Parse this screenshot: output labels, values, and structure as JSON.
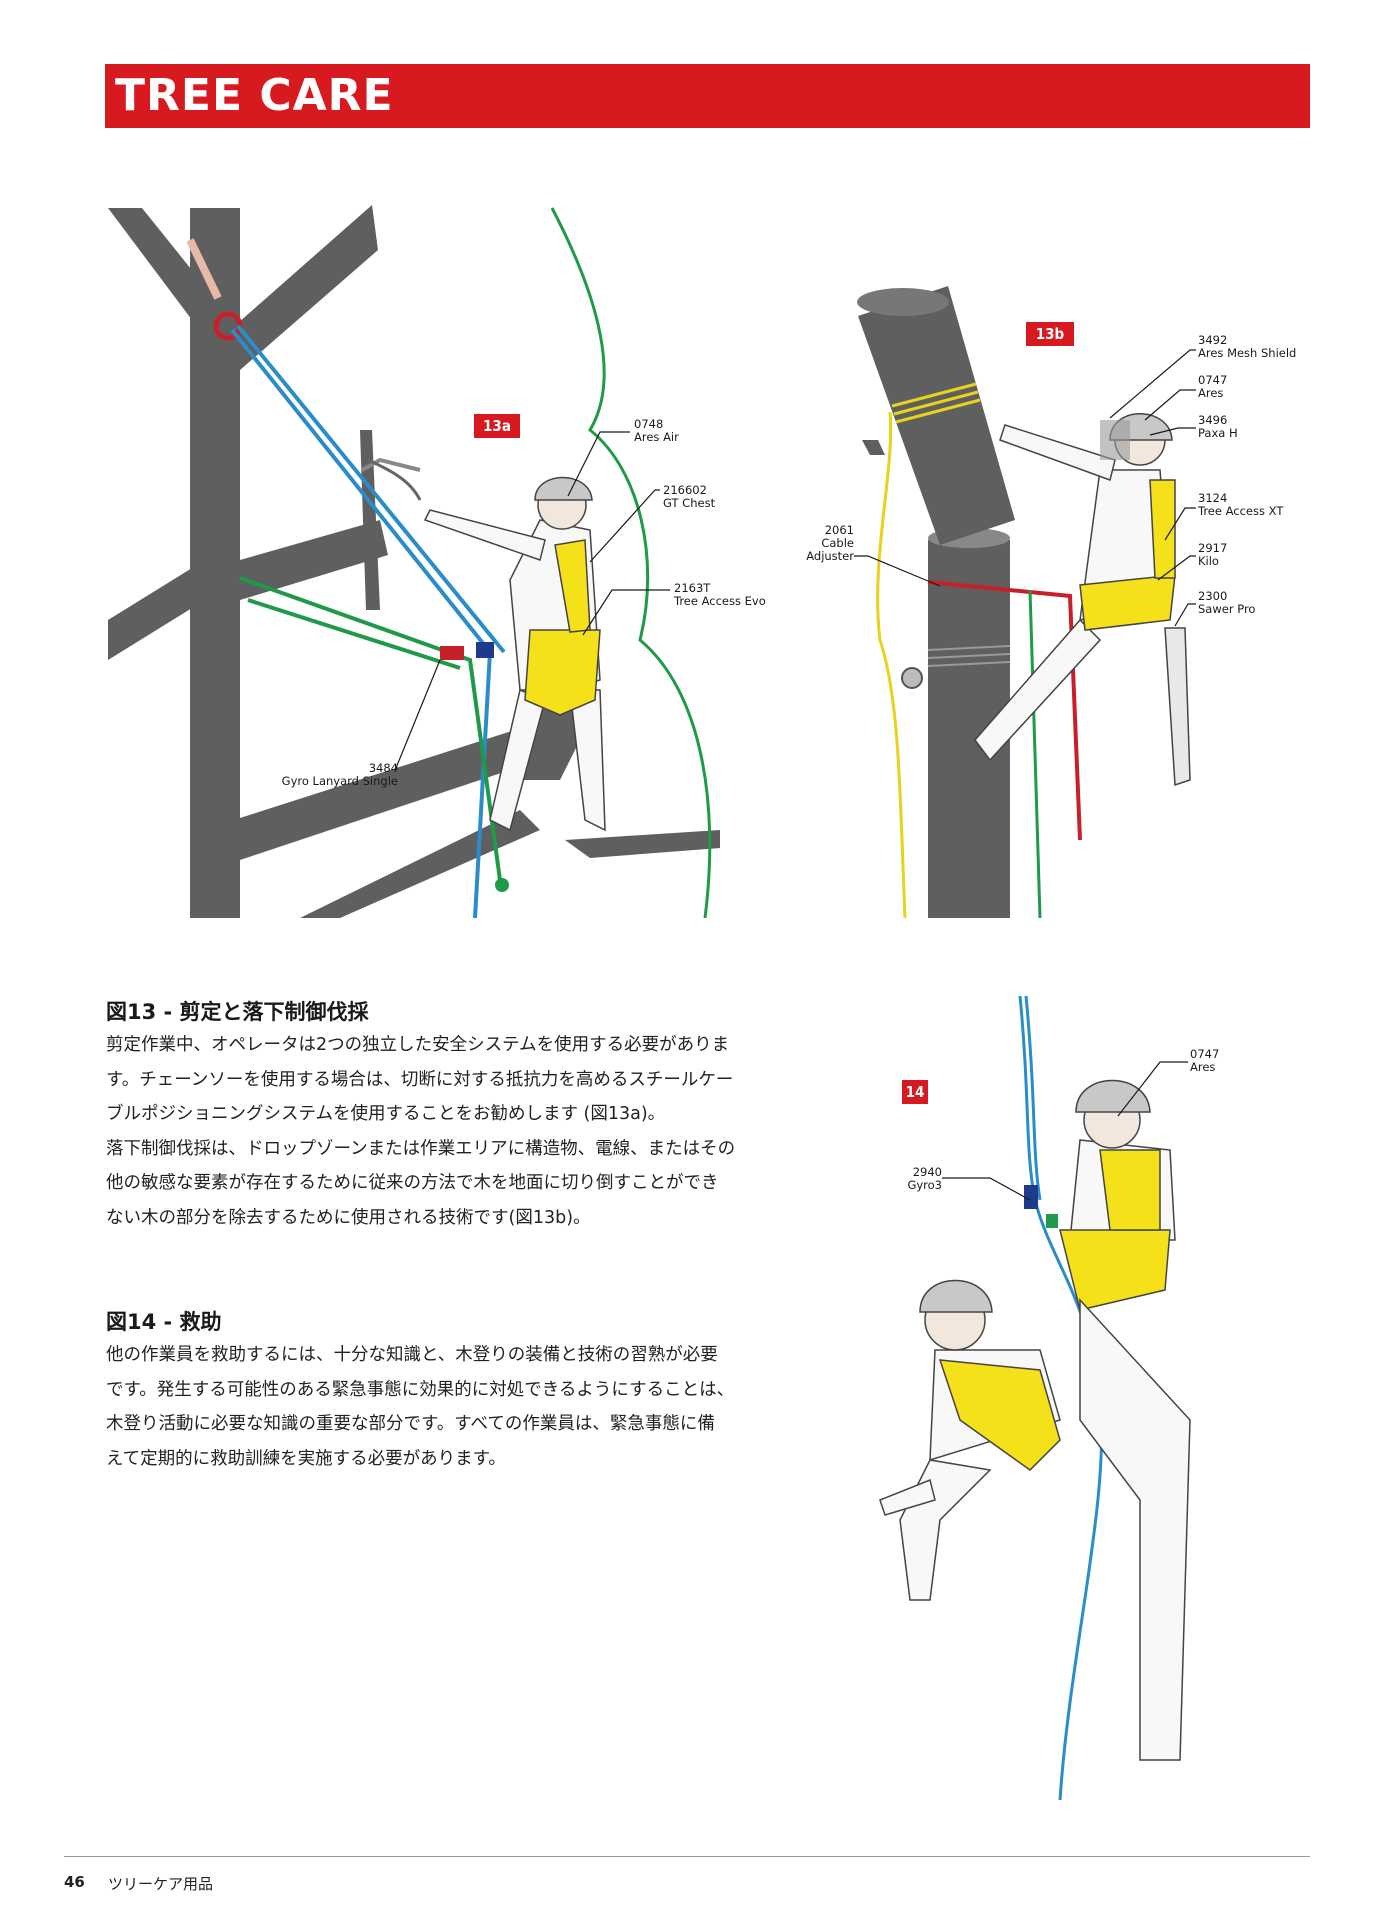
{
  "header": {
    "title": "TREE CARE"
  },
  "fig13a": {
    "tag": "13a",
    "labels": [
      {
        "code": "0748",
        "name": "Ares Air"
      },
      {
        "code": "216602",
        "name": "GT Chest"
      },
      {
        "code": "2163T",
        "name": "Tree Access Evo"
      },
      {
        "code": "3484",
        "name": "Gyro Lanyard Single"
      }
    ]
  },
  "fig13b": {
    "tag": "13b",
    "labels": [
      {
        "code": "3492",
        "name": "Ares Mesh Shield"
      },
      {
        "code": "0747",
        "name": "Ares"
      },
      {
        "code": "3496",
        "name": "Paxa H"
      },
      {
        "code": "3124",
        "name": "Tree Access XT"
      },
      {
        "code": "2917",
        "name": "Kilo"
      },
      {
        "code": "2300",
        "name": "Sawer Pro"
      },
      {
        "code": "2061",
        "name": "Cable",
        "name2": "Adjuster"
      }
    ]
  },
  "fig14": {
    "tag": "14",
    "labels": [
      {
        "code": "0747",
        "name": "Ares"
      },
      {
        "code": "2940",
        "name": "Gyro3"
      }
    ]
  },
  "section13": {
    "title": "図13 - 剪定と落下制御伐採",
    "lines": [
      "剪定作業中、オペレータは2つの独立した安全システムを使用する必要がありま",
      "す。チェーンソーを使用する場合は、切断に対する抵抗力を高めるスチールケー",
      "ブルポジショニングシステムを使用することをお勧めします (図13a)。",
      "落下制御伐採は、ドロップゾーンまたは作業エリアに構造物、電線、またはその",
      "他の敏感な要素が存在するために従来の方法で木を地面に切り倒すことができ",
      "ない木の部分を除去するために使用される技術です(図13b)。"
    ]
  },
  "section14": {
    "title": "図14 - 救助",
    "lines": [
      "他の作業員を救助するには、十分な知識と、木登りの装備と技術の習熟が必要",
      "です。発生する可能性のある緊急事態に効果的に対処できるようにすることは、",
      "木登り活動に必要な知識の重要な部分です。すべての作業員は、緊急事態に備",
      "えて定期的に救助訓練を実施する必要があります。"
    ]
  },
  "footer": {
    "page": "46",
    "text": "ツリーケア用品"
  },
  "colors": {
    "accent": "#d71920",
    "trunk": "#5f5f5f",
    "harness": "#f5e11a",
    "rope_blue": "#2a8cc8",
    "rope_green": "#1e9a48",
    "rope_red": "#c8202a",
    "rope_yellow": "#e8d21a"
  }
}
